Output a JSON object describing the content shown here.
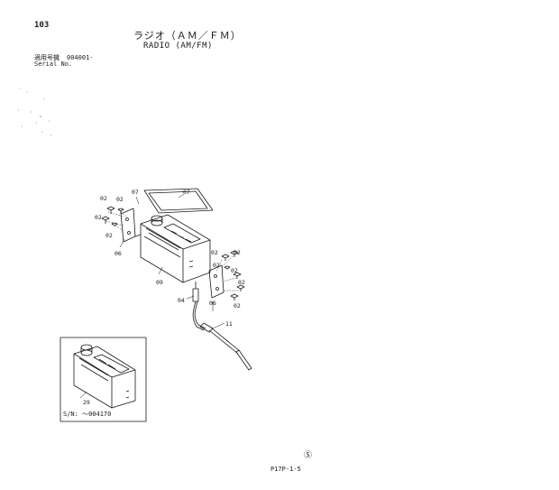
{
  "page": {
    "number": "103",
    "title_jp": "ラジオ（ＡＭ／ＦＭ）",
    "title_en": "RADIO (AM/FM)",
    "serial_label_jp": "適用号機",
    "serial_value": "004001-",
    "serial_label_en": "Serial No.",
    "inset_label": "S/N: ～004170",
    "drawing_code": "P17P-1-5",
    "circle_mark": "Ⓢ"
  },
  "callouts": [
    {
      "id": "c02a",
      "text": "02"
    },
    {
      "id": "c02b",
      "text": "02"
    },
    {
      "id": "c07a",
      "text": "07"
    },
    {
      "id": "c07b",
      "text": "07"
    },
    {
      "id": "c02c",
      "text": "02"
    },
    {
      "id": "c02d",
      "text": "02"
    },
    {
      "id": "c06a",
      "text": "06"
    },
    {
      "id": "c09a",
      "text": "09"
    },
    {
      "id": "c02e",
      "text": "02"
    },
    {
      "id": "c02f",
      "text": "02"
    },
    {
      "id": "c02g",
      "text": "02"
    },
    {
      "id": "c02h",
      "text": "02"
    },
    {
      "id": "c02i",
      "text": "02"
    },
    {
      "id": "c02j",
      "text": "02"
    },
    {
      "id": "c04a",
      "text": "04"
    },
    {
      "id": "c06b",
      "text": "06"
    },
    {
      "id": "c11a",
      "text": "11"
    },
    {
      "id": "c29a",
      "text": "29"
    }
  ]
}
